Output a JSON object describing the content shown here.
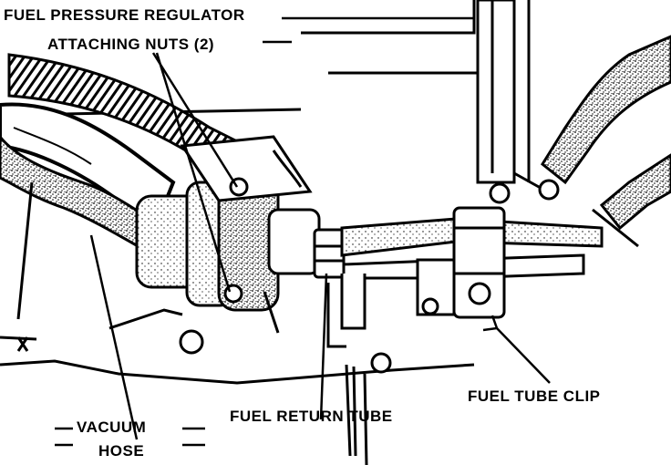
{
  "labels": {
    "fpr_line1": "FUEL PRESSURE REGULATOR",
    "fpr_line2": "ATTACHING NUTS (2)",
    "fuel_tube_clip": "FUEL TUBE CLIP",
    "vacuum_line1": "VACUUM",
    "vacuum_line2": "HOSE",
    "fuel_return_tube": "FUEL RETURN TUBE"
  },
  "colors": {
    "ink": "#000000",
    "paper": "#ffffff",
    "shade": "#9a9a9a"
  }
}
